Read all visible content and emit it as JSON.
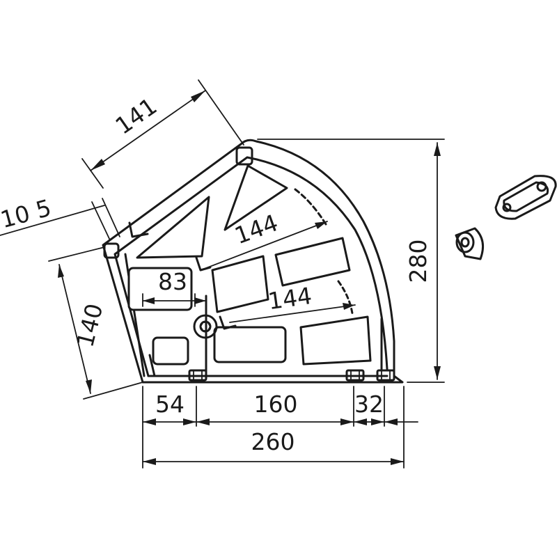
{
  "dimensions": {
    "d141": "141",
    "d10_5": "10 5",
    "d144_top": "144",
    "d144_mid": "144",
    "d83": "83",
    "d140": "140",
    "d280": "280",
    "d54": "54",
    "d160": "160",
    "d32": "32",
    "d260": "260"
  }
}
